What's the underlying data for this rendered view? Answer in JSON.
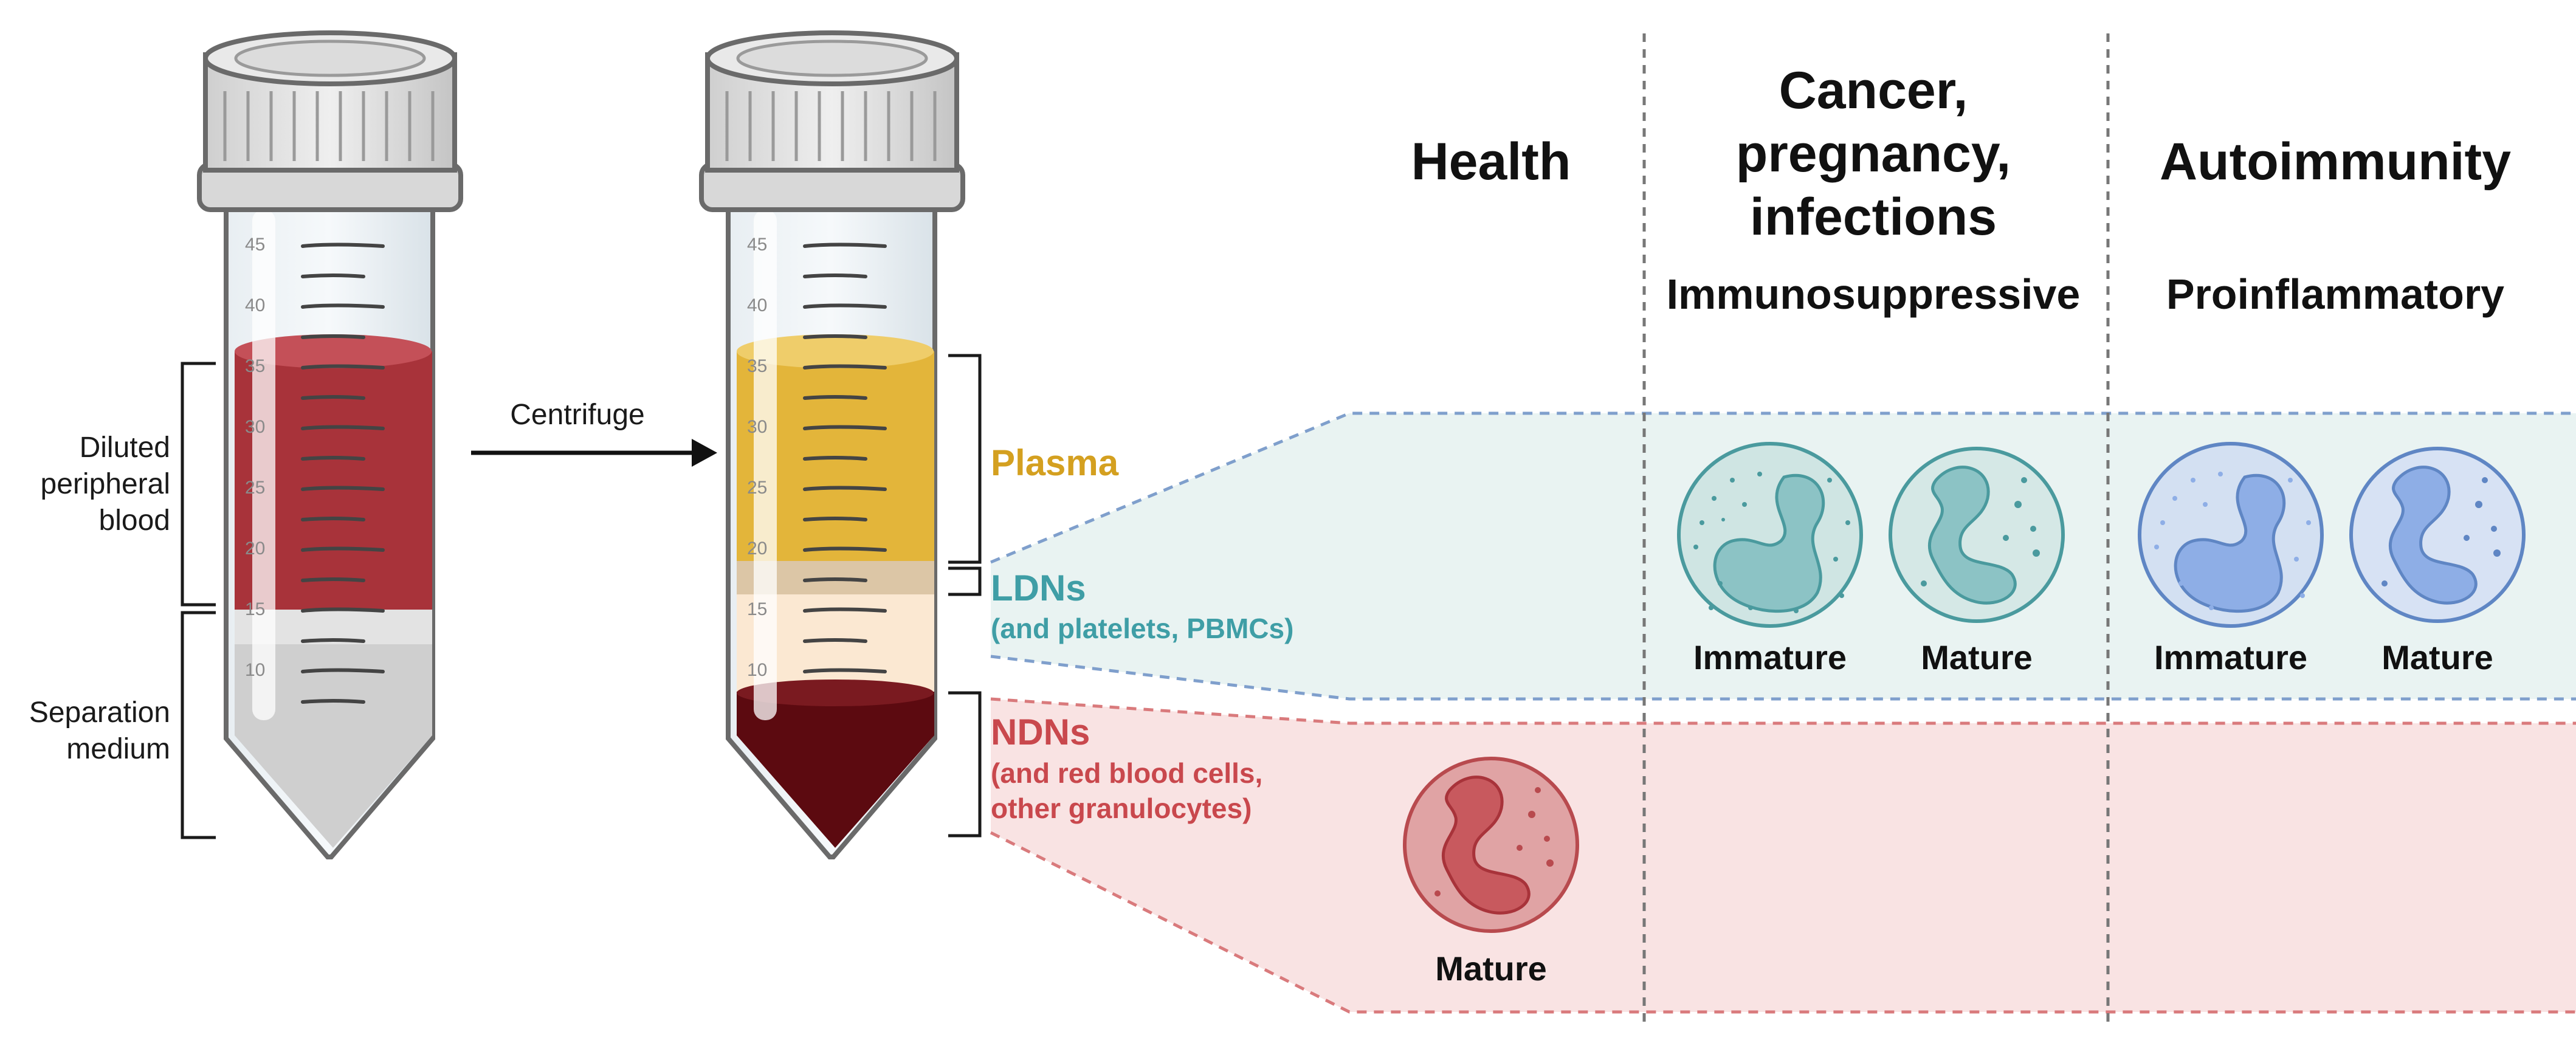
{
  "tube1": {
    "label_blood": [
      "Diluted",
      "peripheral",
      "blood"
    ],
    "label_medium": [
      "Separation",
      "medium"
    ],
    "scale_marks": [
      "45",
      "40",
      "35",
      "30",
      "25",
      "20",
      "15",
      "10"
    ]
  },
  "arrow": {
    "label": "Centrifuge"
  },
  "tube2": {
    "scale_marks": [
      "45",
      "40",
      "35",
      "30",
      "25",
      "20",
      "15",
      "10"
    ],
    "layers": {
      "plasma": {
        "title": "Plasma",
        "color": "#d4a020"
      },
      "ldn": {
        "title": "LDNs",
        "subtitle": "(and platelets, PBMCs)",
        "color": "#3f9ea6"
      },
      "ndn": {
        "title": "NDNs",
        "subtitle_lines": [
          "(and red blood cells,",
          "other granulocytes)"
        ],
        "color": "#c9484d"
      }
    }
  },
  "columns": {
    "health": {
      "heading": "Health"
    },
    "cancer": {
      "heading_lines": [
        "Cancer,",
        "pregnancy,",
        "infections"
      ],
      "subheading": "Immunosuppressive"
    },
    "autoimmunity": {
      "heading": "Autoimmunity",
      "subheading": "Proinflammatory"
    }
  },
  "cells": {
    "health_mature": {
      "label": "Mature"
    },
    "cancer_immature": {
      "label": "Immature"
    },
    "cancer_mature": {
      "label": "Mature"
    },
    "auto_immature": {
      "label": "Immature"
    },
    "auto_mature": {
      "label": "Mature"
    }
  },
  "colors": {
    "teal_band": "#e9f3f2",
    "pink_band": "#f9e3e3",
    "blood_red": "#a8333a",
    "dark_red": "#5c0a10",
    "plasma_yellow": "#e3b53a"
  }
}
